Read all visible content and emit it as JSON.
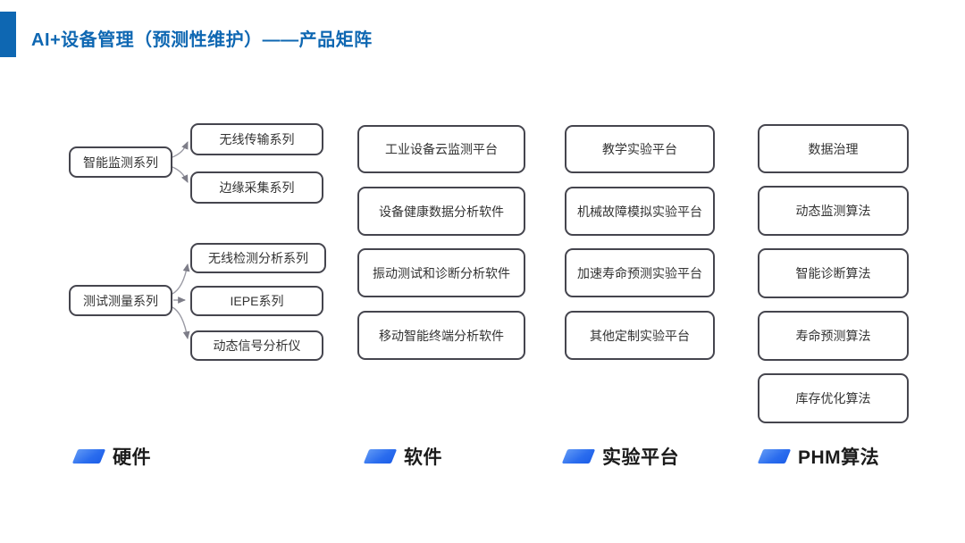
{
  "title": "AI+设备管理（预测性维护）——产品矩阵",
  "colors": {
    "header_blue": "#0e67b2",
    "icon_blue": "#2a6cee",
    "node_border": "#45454e",
    "connector_gray": "#8a8a94"
  },
  "hardware": {
    "label": "硬件",
    "groups": [
      {
        "parent": "智能监测系列",
        "children": [
          "无线传输系列",
          "边缘采集系列"
        ]
      },
      {
        "parent": "测试测量系列",
        "children": [
          "无线检测分析系列",
          "IEPE系列",
          "动态信号分析仪"
        ]
      }
    ]
  },
  "software": {
    "label": "软件",
    "items": [
      "工业设备云监测平台",
      "设备健康数据分析软件",
      "振动测试和诊断分析软件",
      "移动智能终端分析软件"
    ]
  },
  "platform": {
    "label": "实验平台",
    "items": [
      "教学实验平台",
      "机械故障模拟实验平台",
      "加速寿命预测实验平台",
      "其他定制实验平台"
    ]
  },
  "phm": {
    "label": "PHM算法",
    "items": [
      "数据治理",
      "动态监测算法",
      "智能诊断算法",
      "寿命预测算法",
      "库存优化算法"
    ]
  }
}
